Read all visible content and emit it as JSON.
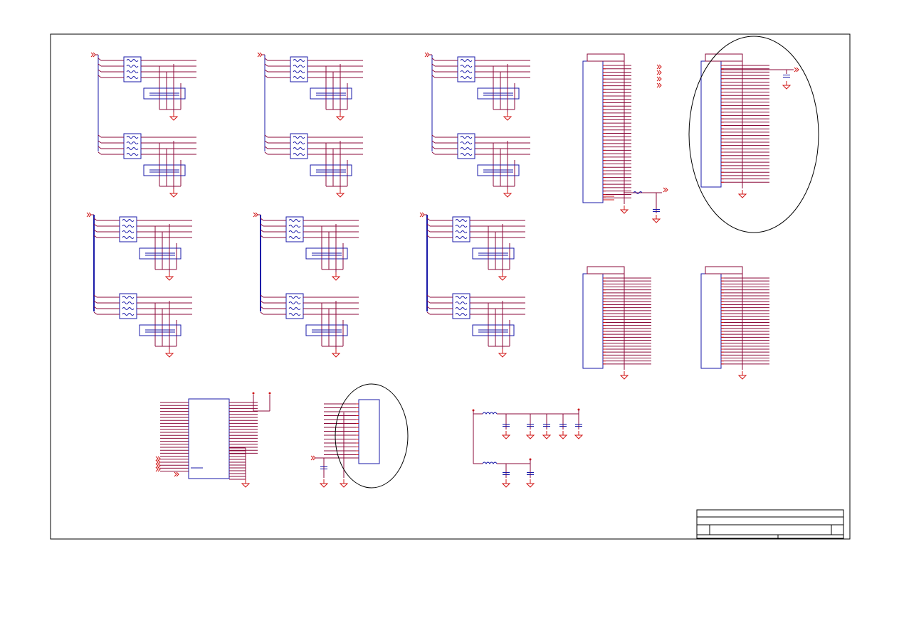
{
  "sheet": {
    "frame_color": "#000000",
    "wire_color": "#8b0a3a",
    "component_color": "#1a1aa8",
    "power_symbol_color": "#d01414",
    "highlight_circle_color": "#000000"
  },
  "groups": {
    "filter_blocks": {
      "count": 6,
      "icon": "resistor-network-icon"
    },
    "connectors": {
      "count": 4,
      "icon": "connector-header-icon"
    },
    "ic": {
      "count": 1,
      "icon": "ic-chip-icon"
    },
    "small_connector": {
      "count": 1,
      "icon": "connector-header-icon"
    },
    "power_filter": {
      "count": 1,
      "icon": "inductor-icon"
    },
    "highlight_circles": {
      "count": 2
    }
  },
  "title_block": {
    "title": "",
    "sheet": "",
    "rev": ""
  }
}
